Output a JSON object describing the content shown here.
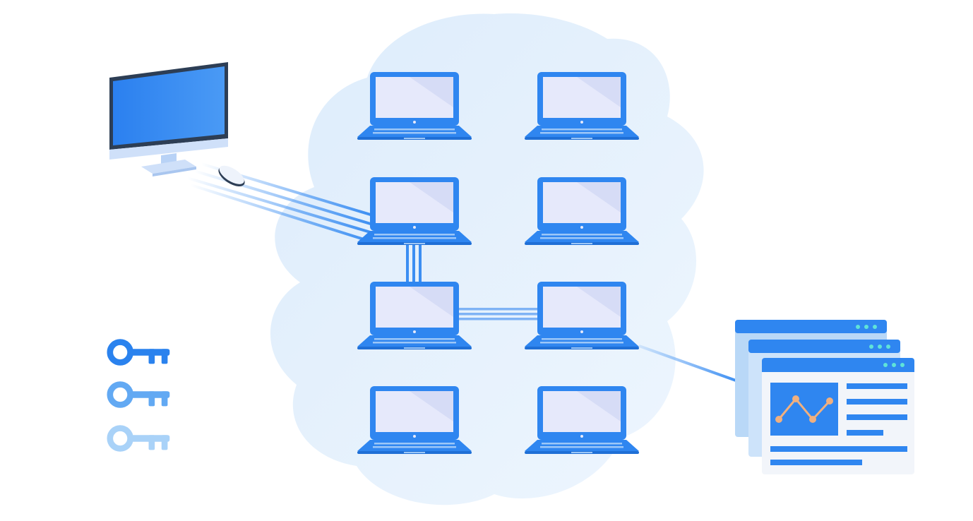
{
  "colors": {
    "cloud": "#e3f0fc",
    "laptop_body": "#2f86f0",
    "laptop_screen": "#e6e9fb",
    "monitor_screen": "#2f86f0",
    "monitor_frame": "#2d3e55",
    "monitor_stand": "#b8d2f6",
    "link": "#3b8ef2",
    "key_dark": "#2a82ee",
    "key_mid": "#62a9f3",
    "key_light": "#a9d2f8",
    "window_header": "#2f86f0",
    "window_dot": "#5fe3d8",
    "window_body": "#f2f5fa",
    "chart_line": "#f0b07f"
  },
  "diagram": {
    "local_computer": {
      "icon": "desktop-monitor-icon"
    },
    "mouse": {
      "icon": "mouse-icon"
    },
    "keys": [
      {
        "icon": "key-icon",
        "shade": "dark"
      },
      {
        "icon": "key-icon",
        "shade": "mid"
      },
      {
        "icon": "key-icon",
        "shade": "light"
      }
    ],
    "cloud_network": {
      "icon": "cloud-icon",
      "laptops": [
        {
          "icon": "laptop-icon",
          "row": 1,
          "column": 1
        },
        {
          "icon": "laptop-icon",
          "row": 1,
          "column": 2
        },
        {
          "icon": "laptop-icon",
          "row": 2,
          "column": 1
        },
        {
          "icon": "laptop-icon",
          "row": 2,
          "column": 2
        },
        {
          "icon": "laptop-icon",
          "row": 3,
          "column": 1
        },
        {
          "icon": "laptop-icon",
          "row": 3,
          "column": 2
        },
        {
          "icon": "laptop-icon",
          "row": 4,
          "column": 1
        },
        {
          "icon": "laptop-icon",
          "row": 4,
          "column": 2
        }
      ]
    },
    "dashboard_windows": {
      "count": 3,
      "icons": [
        "browser-window-icon",
        "line-chart-icon"
      ]
    }
  }
}
